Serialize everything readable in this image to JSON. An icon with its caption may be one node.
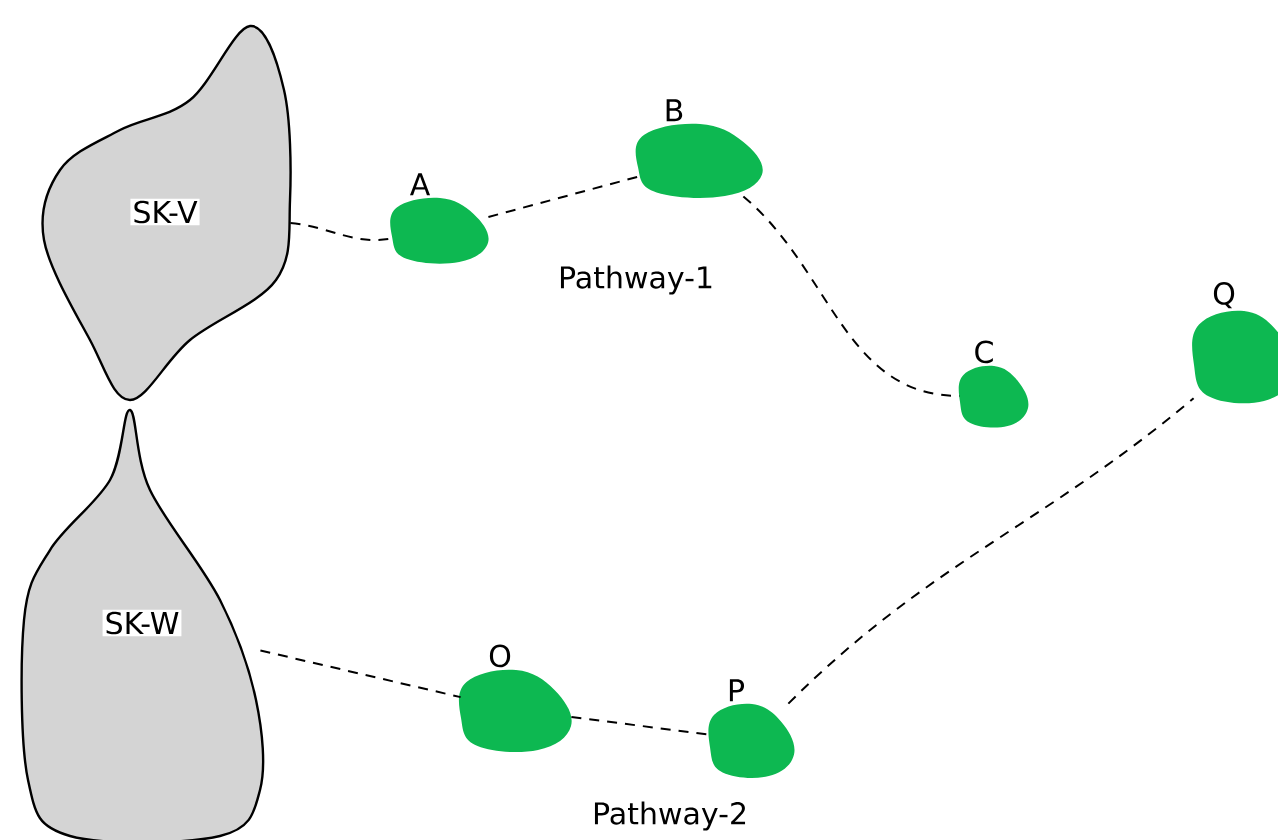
{
  "diagram": {
    "nodes": [
      {
        "text": [
          "SK-V"
        ]
      },
      {
        "text": [
          "A"
        ]
      },
      {
        "text": [
          "B"
        ]
      },
      {
        "text": [
          "C"
        ]
      },
      {
        "text": [
          "Q"
        ]
      },
      {
        "text": [
          "SK-W"
        ]
      },
      {
        "text": [
          "O"
        ]
      },
      {
        "text": [
          "P"
        ]
      }
    ],
    "edges": [
      {
        "from": 0,
        "to": 1,
        "arrow": "none",
        "style": "dashed"
      },
      {
        "from": 1,
        "to": 2,
        "arrow": "none",
        "style": "dashed"
      },
      {
        "from": 2,
        "to": 3,
        "arrow": "none",
        "style": "dashed"
      },
      {
        "from": 5,
        "to": 6,
        "arrow": "none",
        "style": "dashed"
      },
      {
        "from": 6,
        "to": 7,
        "arrow": "none",
        "style": "dashed"
      },
      {
        "from": 7,
        "to": 4,
        "arrow": "none",
        "style": "dashed"
      }
    ],
    "labels": [
      "Pathway-1",
      "Pathway-2"
    ]
  }
}
